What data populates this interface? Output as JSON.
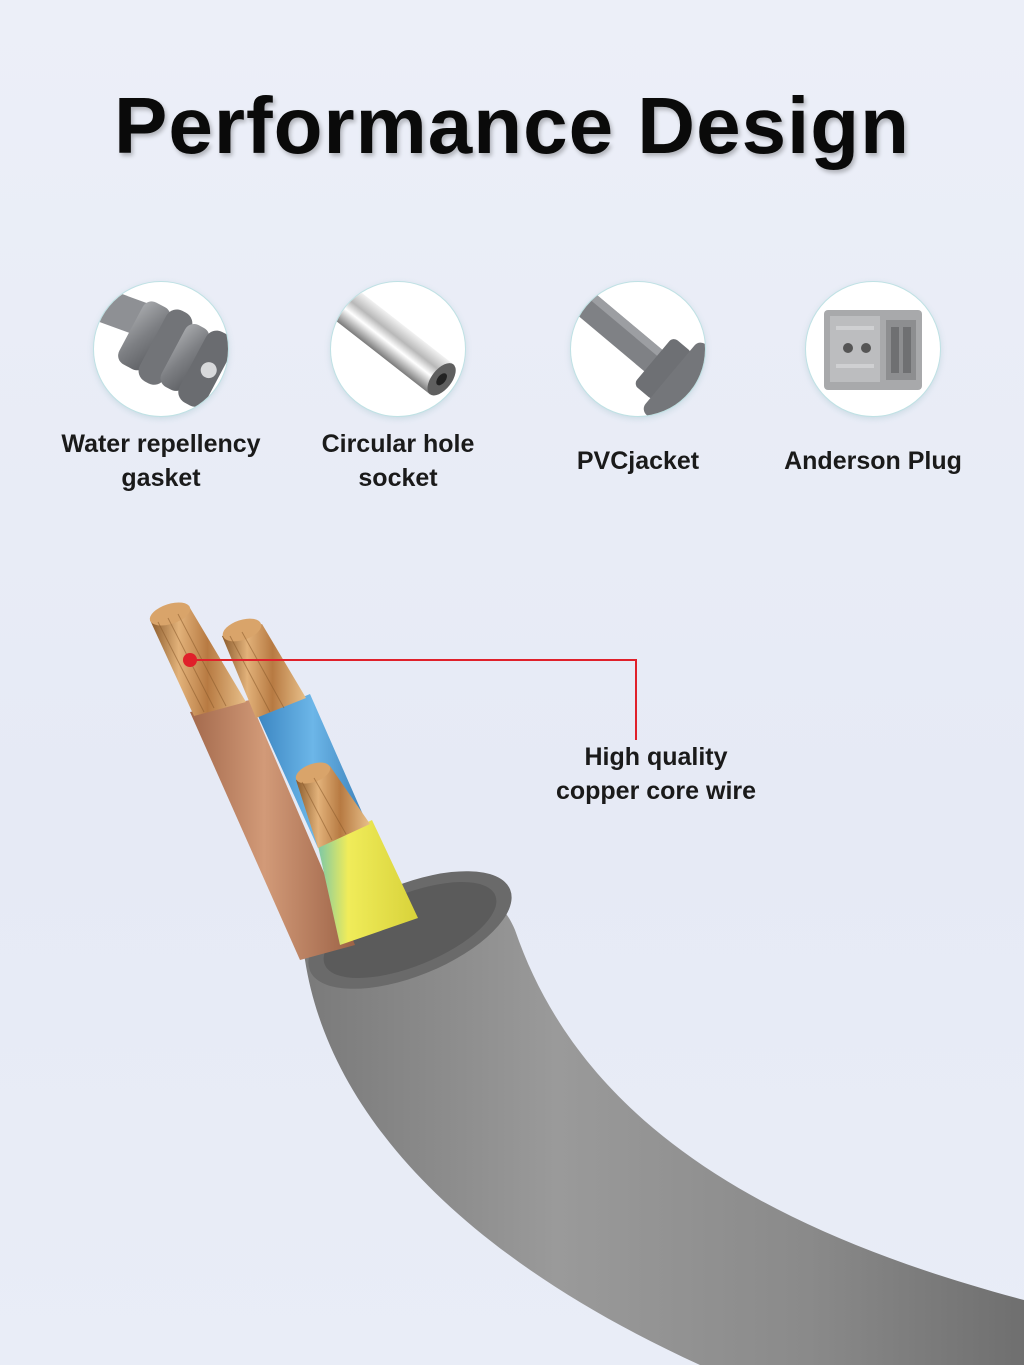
{
  "title": "Performance Design",
  "features": [
    {
      "label_line1": "Water repellency",
      "label_line2": "gasket",
      "icon": "gasket-icon"
    },
    {
      "label_line1": "Circular hole",
      "label_line2": "socket",
      "icon": "socket-icon"
    },
    {
      "label_line1": "PVCjacket",
      "icon": "jacket-icon"
    },
    {
      "label_line1": "Anderson Plug",
      "icon": "anderson-plug-icon"
    }
  ],
  "callout": {
    "line1": "High quality",
    "line2": "copper core wire"
  },
  "colors": {
    "background": "#e8ecf6",
    "cable_gray": "#8c8c8c",
    "wire_brown": "#b97e5f",
    "wire_blue": "#4f9fd6",
    "wire_yellow_green": "#e8e64a",
    "copper": "#c58a55",
    "callout_red": "#e0202a"
  }
}
